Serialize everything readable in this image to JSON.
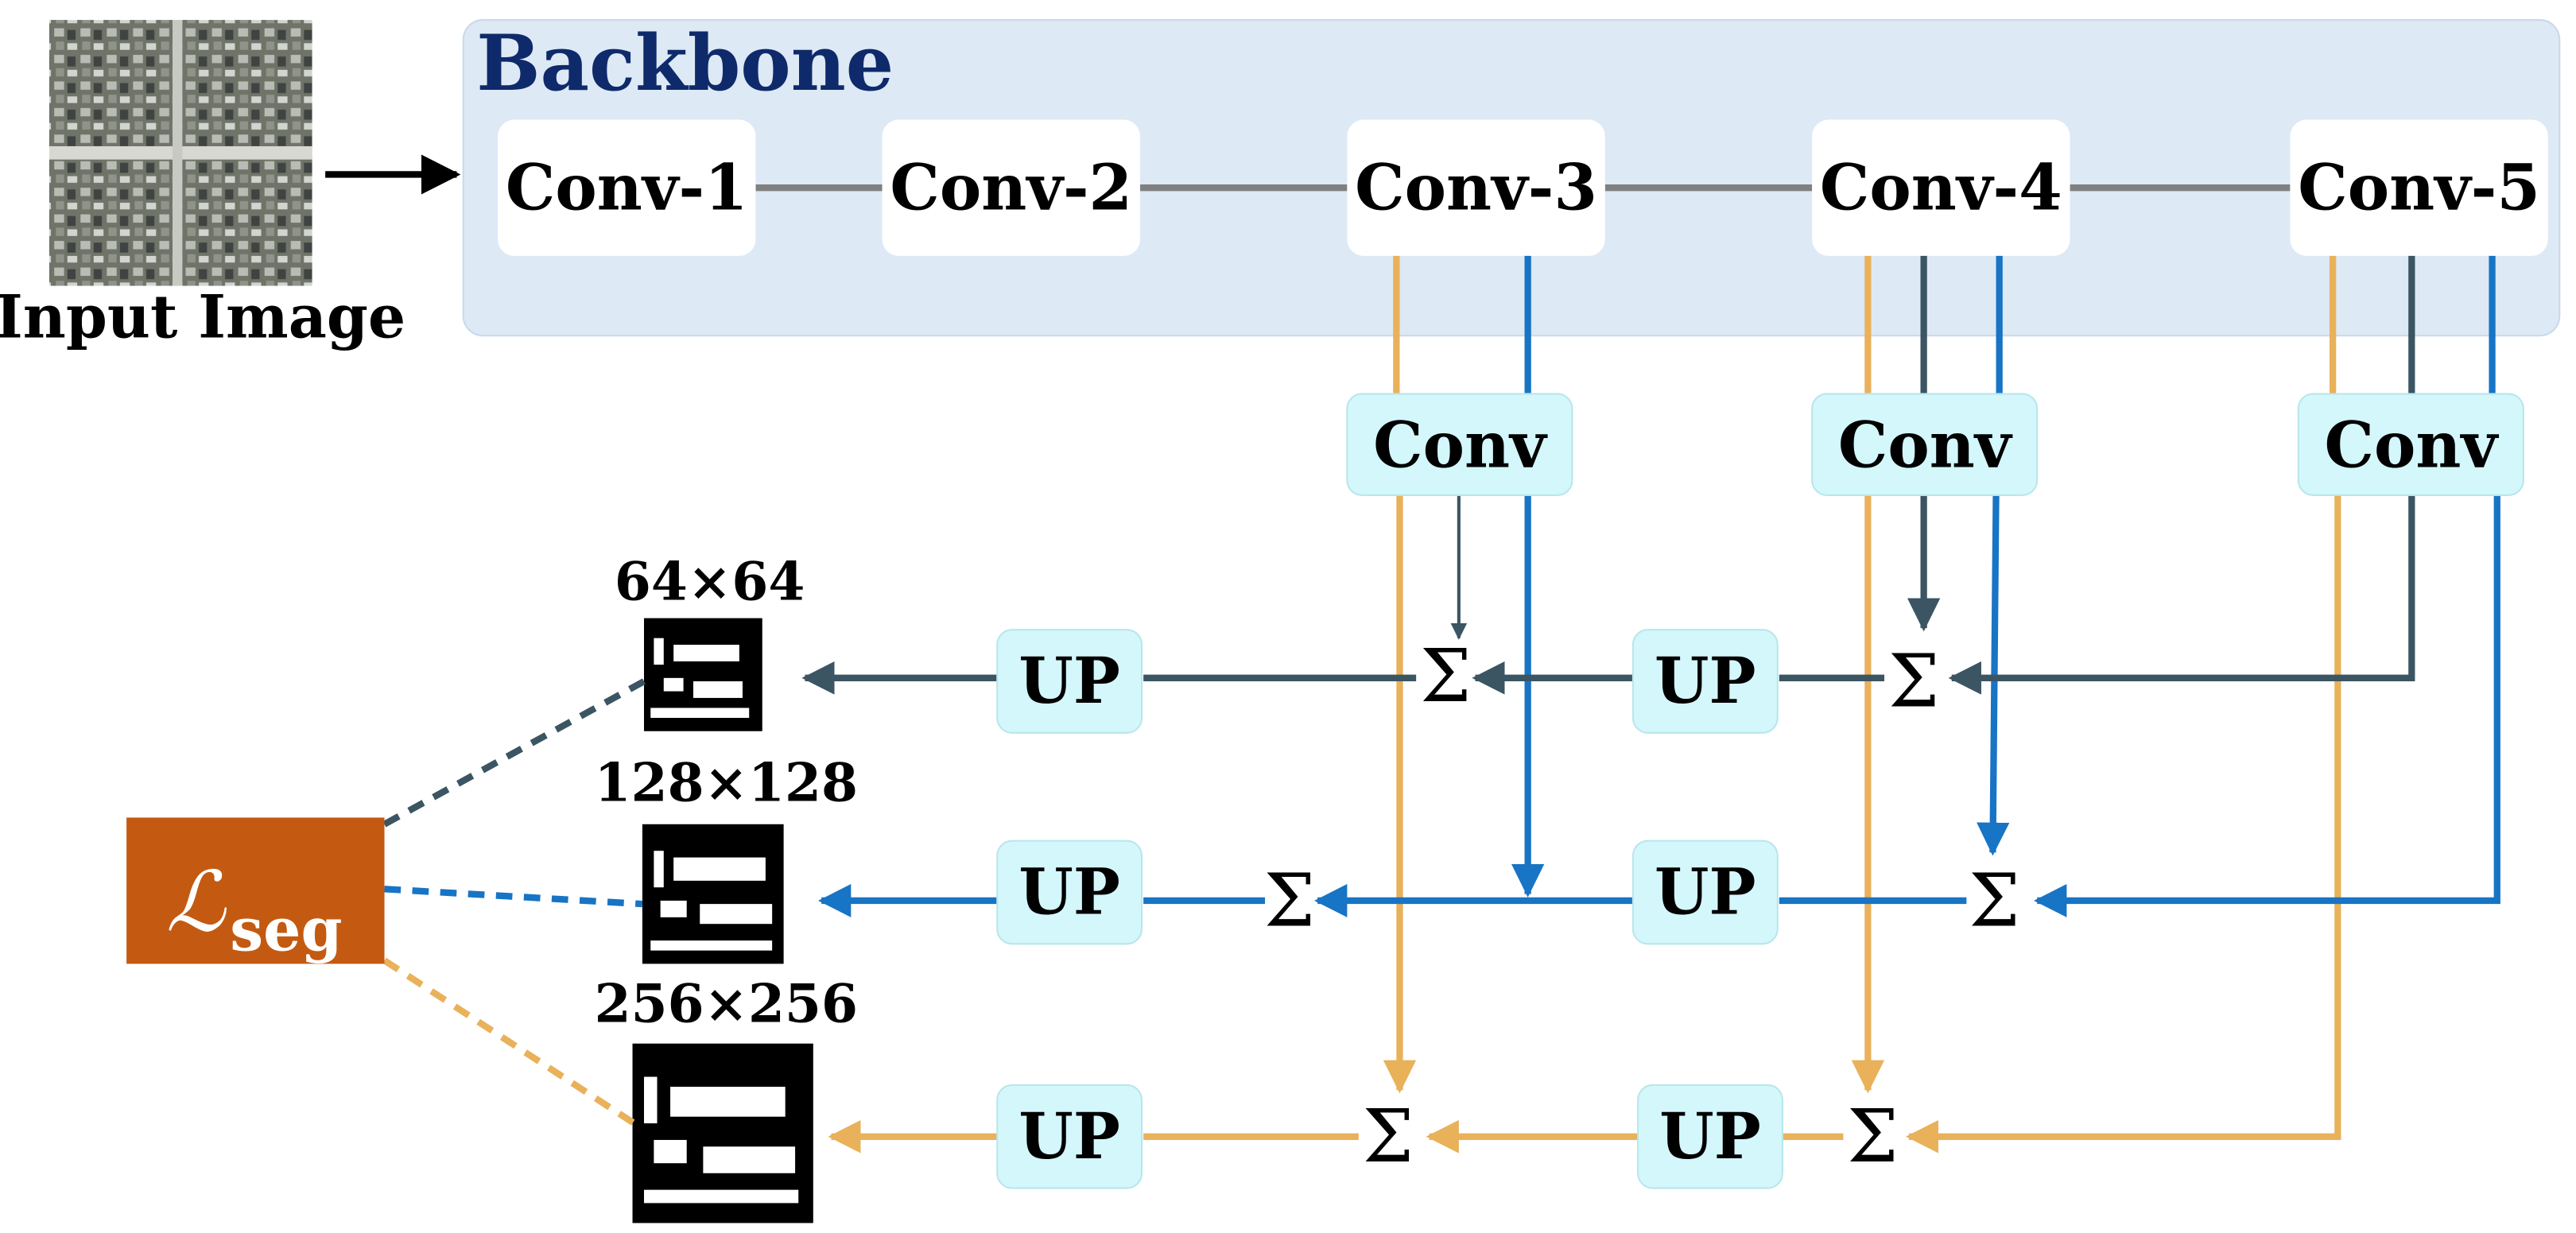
{
  "input": {
    "label": "Input Image"
  },
  "backbone": {
    "title": "Backbone",
    "stages": [
      "Conv-1",
      "Conv-2",
      "Conv-3",
      "Conv-4",
      "Conv-5"
    ]
  },
  "lateral_conv": {
    "label": "Conv"
  },
  "upsample": {
    "label": "UP"
  },
  "sum_symbol": "Σ",
  "outputs": {
    "scales": [
      "64×64",
      "128×128",
      "256×256"
    ]
  },
  "loss": {
    "script_letter": "ℒ",
    "subscript": "seg"
  },
  "colors": {
    "backbone_bg": "#dde9f5",
    "backbone_title": "#0f2a6b",
    "conv_box_bg": "#d3f7fb",
    "loss_bg": "#c45a12",
    "path_dark": "#3b5563",
    "path_blue": "#1874c4",
    "path_orange": "#e9b15a",
    "backbone_link": "#808080"
  }
}
